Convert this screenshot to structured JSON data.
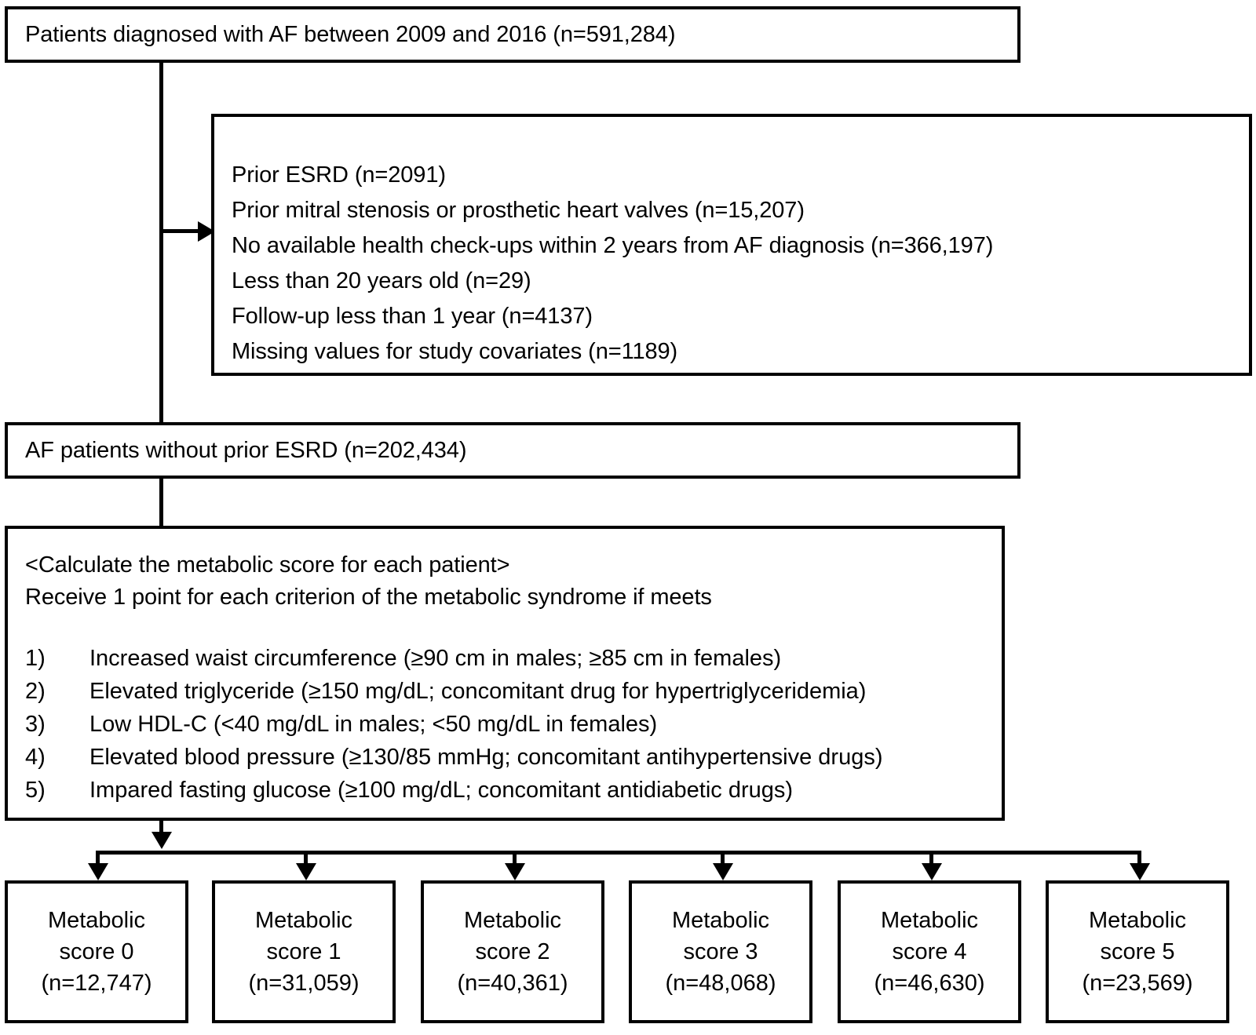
{
  "flowchart": {
    "top_box": {
      "text": "Patients diagnosed with AF between 2009 and 2016 (n=591,284)"
    },
    "exclusion_box": {
      "items": [
        "Prior ESRD (n=2091)",
        "Prior mitral stenosis or prosthetic heart valves (n=15,207)",
        "No available health check-ups within 2 years from AF diagnosis (n=366,197)",
        "Less than 20 years old (n=29)",
        "Follow-up less than 1 year (n=4137)",
        "Missing values for study covariates (n=1189)"
      ]
    },
    "cohort_box": {
      "text": "AF patients without prior ESRD (n=202,434)"
    },
    "criteria_box": {
      "heading_1": "<Calculate the metabolic score for each patient>",
      "heading_2": "Receive 1 point for each criterion of the metabolic syndrome if meets",
      "items": [
        {
          "num": "1)",
          "text": "Increased waist circumference (≥90 cm in males; ≥85 cm in females)"
        },
        {
          "num": "2)",
          "text": "Elevated triglyceride (≥150 mg/dL; concomitant drug for hypertriglyceridemia)"
        },
        {
          "num": "3)",
          "text": "Low HDL-C (<40 mg/dL in males; <50 mg/dL in females)"
        },
        {
          "num": "4)",
          "text": "Elevated blood pressure (≥130/85 mmHg; concomitant antihypertensive drugs)"
        },
        {
          "num": "5)",
          "text": "Impared fasting glucose (≥100 mg/dL; concomitant antidiabetic drugs)"
        }
      ]
    },
    "score_boxes": [
      {
        "label_1": "Metabolic",
        "label_2": "score 0",
        "count": "(n=12,747)"
      },
      {
        "label_1": "Metabolic",
        "label_2": "score 1",
        "count": "(n=31,059)"
      },
      {
        "label_1": "Metabolic",
        "label_2": "score 2",
        "count": "(n=40,361)"
      },
      {
        "label_1": "Metabolic",
        "label_2": "score 3",
        "count": "(n=48,068)"
      },
      {
        "label_1": "Metabolic",
        "label_2": "score 4",
        "count": "(n=46,630)"
      },
      {
        "label_1": "Metabolic",
        "label_2": "score 5",
        "count": "(n=23,569)"
      }
    ],
    "colors": {
      "stroke": "#000000",
      "background": "#ffffff",
      "text": "#000000"
    }
  }
}
